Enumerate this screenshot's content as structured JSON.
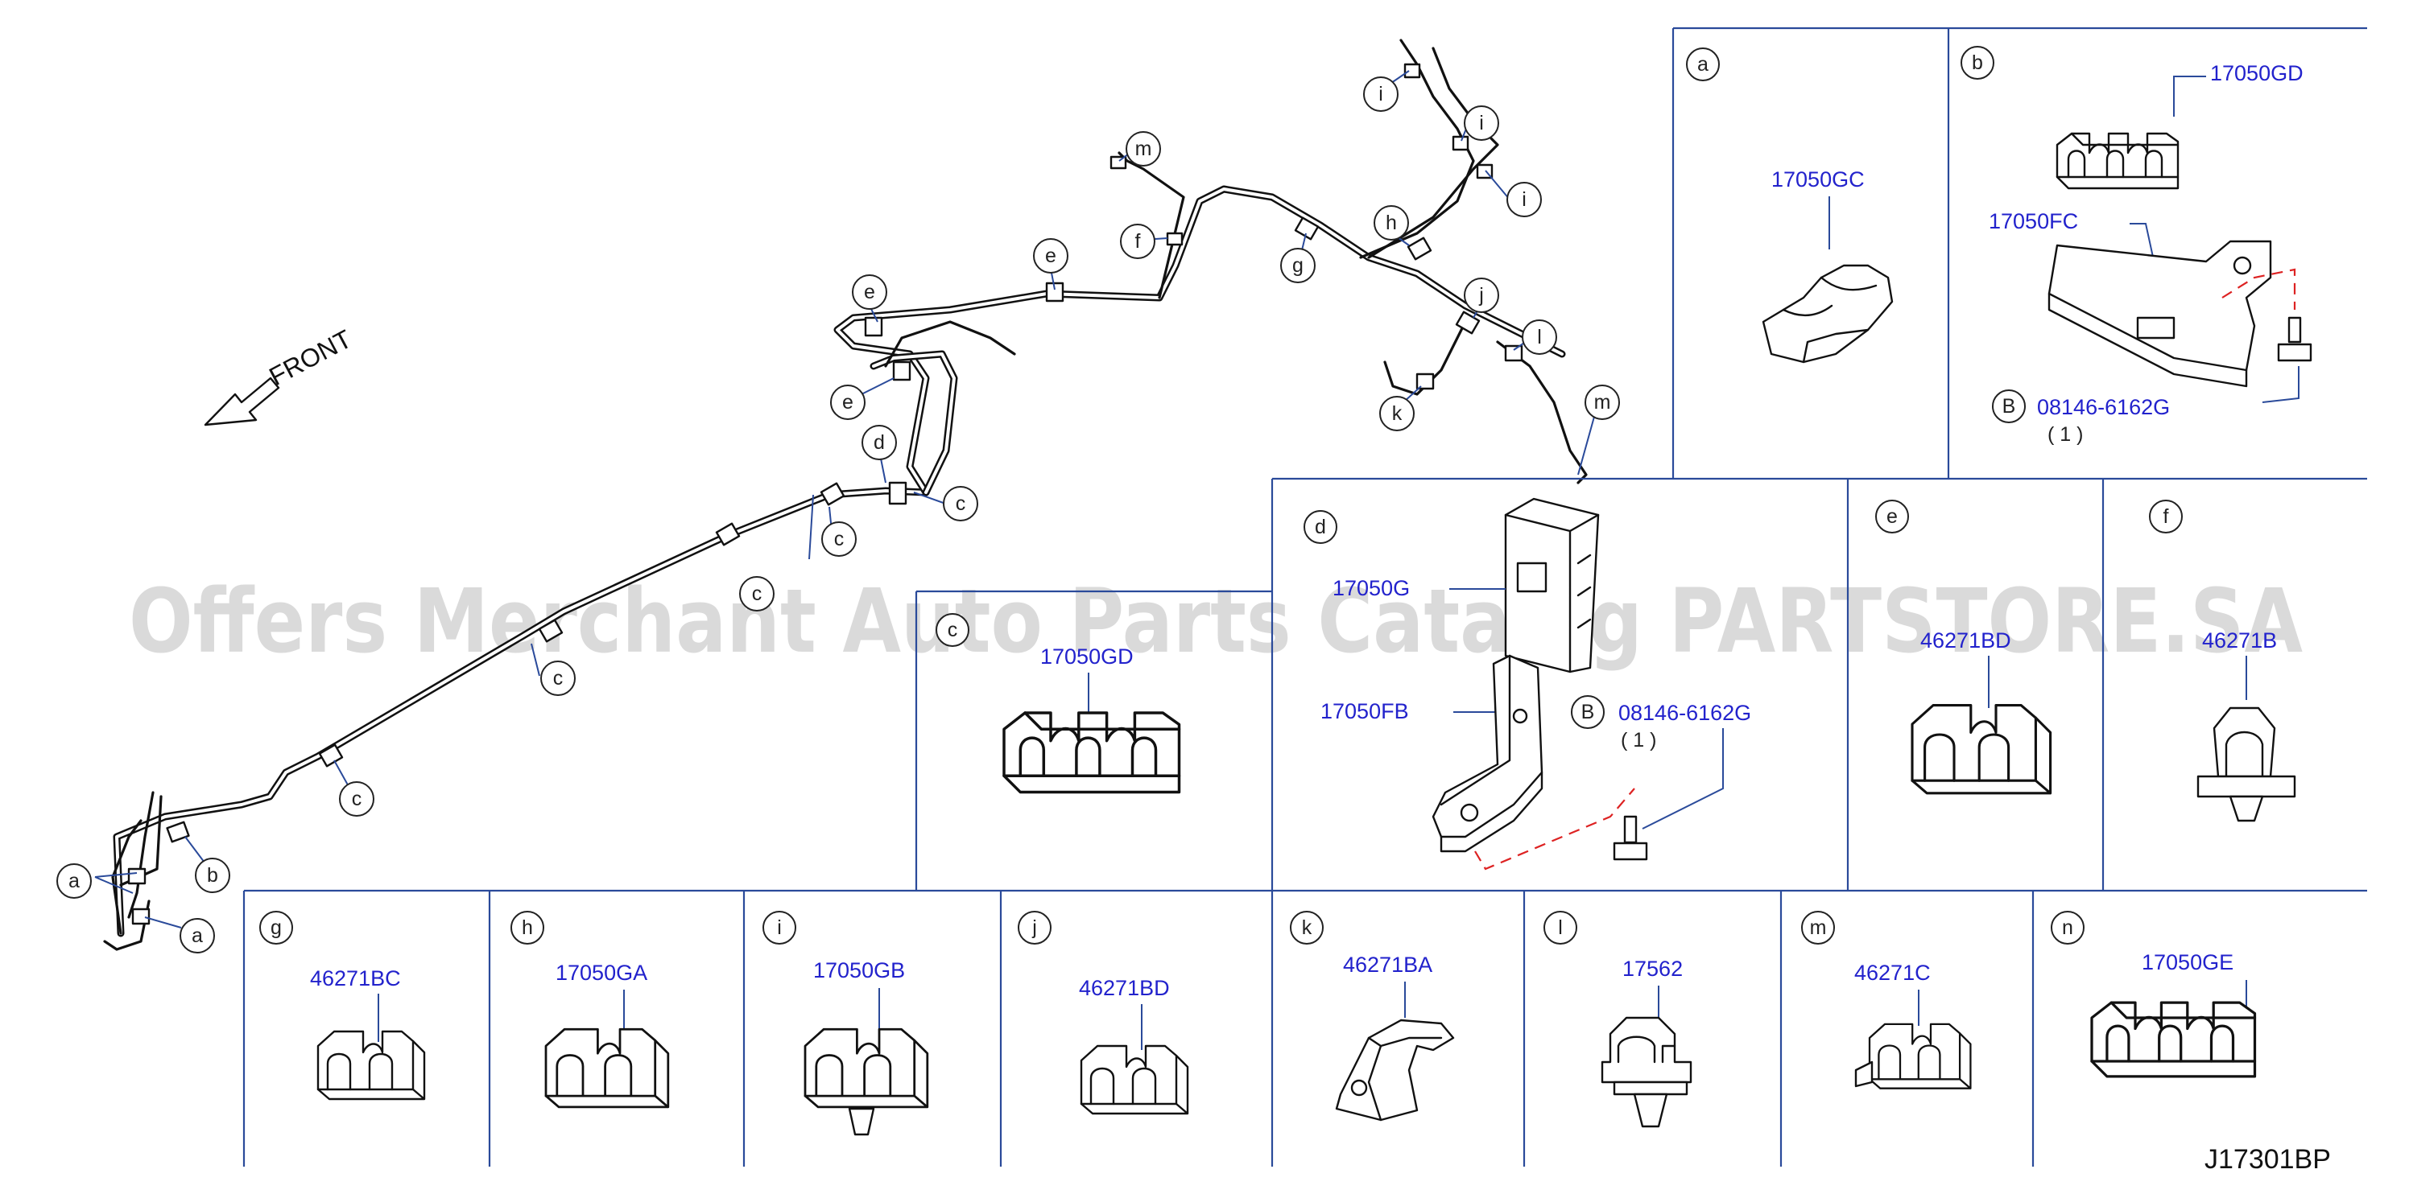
{
  "front_label": "FRONT",
  "watermark": "Offers Merchant Auto Parts Catalog PARTSTORE.SA",
  "diagram_code": "J17301BP",
  "overview_callouts": [
    "a",
    "a",
    "b",
    "c",
    "c",
    "c",
    "c",
    "c",
    "d",
    "e",
    "e",
    "e",
    "f",
    "g",
    "h",
    "i",
    "i",
    "i",
    "j",
    "k",
    "l",
    "m",
    "m"
  ],
  "panels": [
    {
      "letter": "a",
      "parts": [
        "17050GC"
      ]
    },
    {
      "letter": "b",
      "parts": [
        "17050GD",
        "17050FC"
      ],
      "bolt_marker": "B",
      "bolt_part": "08146-6162G",
      "bolt_qty": "( 1 )"
    },
    {
      "letter": "c",
      "parts": [
        "17050GD"
      ]
    },
    {
      "letter": "d",
      "parts": [
        "17050G",
        "17050FB"
      ],
      "bolt_marker": "B",
      "bolt_part": "08146-6162G",
      "bolt_qty": "( 1 )"
    },
    {
      "letter": "e",
      "parts": [
        "46271BD"
      ]
    },
    {
      "letter": "f",
      "parts": [
        "46271B"
      ]
    },
    {
      "letter": "g",
      "parts": [
        "46271BC"
      ]
    },
    {
      "letter": "h",
      "parts": [
        "17050GA"
      ]
    },
    {
      "letter": "i",
      "parts": [
        "17050GB"
      ]
    },
    {
      "letter": "j",
      "parts": [
        "46271BD"
      ]
    },
    {
      "letter": "k",
      "parts": [
        "46271BA"
      ]
    },
    {
      "letter": "l",
      "parts": [
        "17562"
      ]
    },
    {
      "letter": "m",
      "parts": [
        "46271C"
      ]
    },
    {
      "letter": "n",
      "parts": [
        "17050GE"
      ]
    }
  ],
  "colors": {
    "part_number": "#2222cc",
    "panel_border": "#2a4a9a",
    "dashed_line": "#dd2222",
    "watermark": "#d3d3d3"
  }
}
